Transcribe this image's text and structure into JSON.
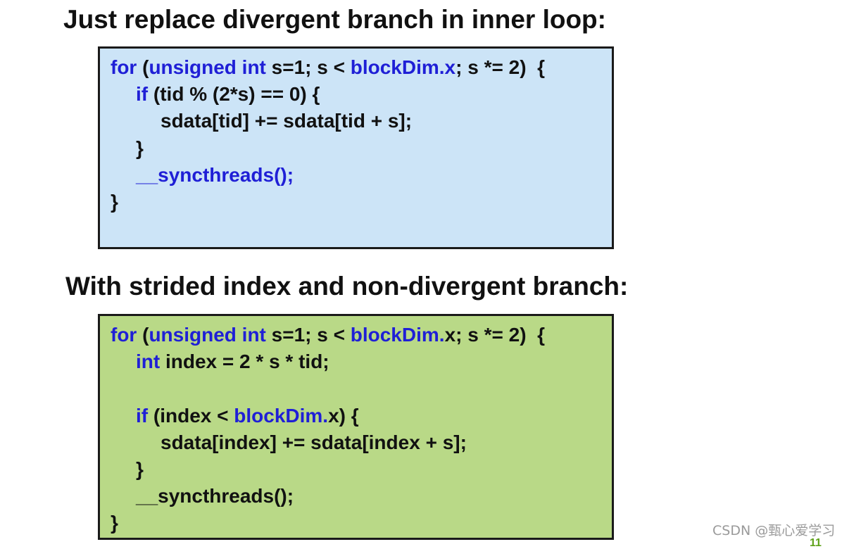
{
  "slide": {
    "heading1": "Just replace divergent branch in inner loop:",
    "heading2": "With strided index and non-divergent branch:",
    "page_number": "11"
  },
  "code_block_1": {
    "background": "#cce4f7",
    "lines": [
      [
        {
          "t": "for",
          "kw": true
        },
        {
          "t": " (",
          "kw": false
        },
        {
          "t": "unsigned int",
          "kw": true
        },
        {
          "t": " s=1; s < ",
          "kw": false
        },
        {
          "t": "blockDim.x",
          "kw": true
        },
        {
          "t": "; s *= 2)  {",
          "kw": false
        }
      ],
      [
        {
          "t": "if",
          "kw": true
        },
        {
          "t": " (tid % (2*s) == 0) {",
          "kw": false
        }
      ],
      [
        {
          "t": "sdata[tid] += sdata[tid + s];",
          "kw": false
        }
      ],
      [
        {
          "t": "}",
          "kw": false
        }
      ],
      [
        {
          "t": "__syncthreads();",
          "kw": true
        }
      ],
      [
        {
          "t": "}",
          "kw": false
        }
      ]
    ]
  },
  "code_block_2": {
    "background": "#b9d987",
    "lines": [
      [
        {
          "t": "for",
          "kw": true
        },
        {
          "t": " (",
          "kw": false
        },
        {
          "t": "unsigned int",
          "kw": true
        },
        {
          "t": " s=1; s < ",
          "kw": false
        },
        {
          "t": "blockDim.",
          "kw": true
        },
        {
          "t": "x; s *= 2)  {",
          "kw": false
        }
      ],
      [
        {
          "t": "int",
          "kw": true
        },
        {
          "t": " index = 2 * s * tid;",
          "kw": false
        }
      ],
      [],
      [
        {
          "t": "if",
          "kw": true
        },
        {
          "t": " (index < ",
          "kw": false
        },
        {
          "t": "blockDim.",
          "kw": true
        },
        {
          "t": "x) {",
          "kw": false
        }
      ],
      [
        {
          "t": "sdata[index] += sdata[index + s];",
          "kw": false
        }
      ],
      [
        {
          "t": "}",
          "kw": false
        }
      ],
      [
        {
          "t": "__syncthreads();",
          "kw": false
        }
      ],
      [
        {
          "t": "}",
          "kw": false
        }
      ]
    ]
  },
  "watermark": "CSDN @甄心爱学习",
  "colors": {
    "keyword": "#1f1fd6",
    "text": "#111111",
    "page_number": "#5fa21a"
  }
}
